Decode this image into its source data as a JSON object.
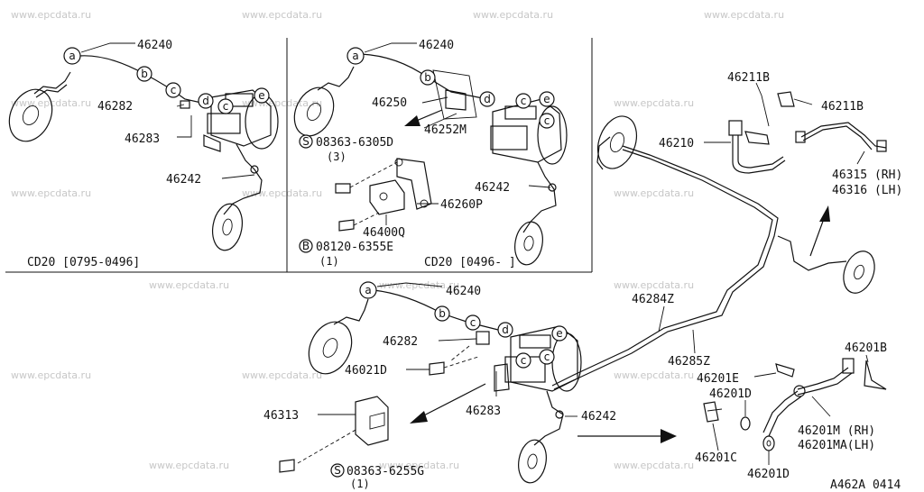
{
  "watermark": "www.epcdata.ru",
  "diagram_code": "A462A 0414",
  "panel_left_caption": "CD20 [0795-0496]",
  "panel_mid_caption": "CD20 [0496-     ]",
  "bubbles": {
    "a": "a",
    "b": "b",
    "c": "c",
    "d": "d",
    "e": "e"
  },
  "parts": {
    "p46240": "46240",
    "p46282": "46282",
    "p46283": "46283",
    "p46242": "46242",
    "p46250": "46250",
    "p46252M": "46252M",
    "p46260P": "46260P",
    "p46400Q": "46400Q",
    "p46211B": "46211B",
    "p46210": "46210",
    "p46315": "46315 (RH)",
    "p46316": "46316 (LH)",
    "p46284Z": "46284Z",
    "p46285Z": "46285Z",
    "p46021D": "46021D",
    "p46313": "46313",
    "p46201B": "46201B",
    "p46201E": "46201E",
    "p46201D": "46201D",
    "p46201C": "46201C",
    "p46201M": "46201M  (RH)",
    "p46201MA": "46201MA(LH)"
  },
  "bolts": {
    "s1_code": "08363-6305D",
    "s1_qty": "(3)",
    "b1_code": "08120-6355E",
    "b1_qty": "(1)",
    "s2_code": "08363-6255G",
    "s2_qty": "(1)",
    "s_mark": "S",
    "b_mark": "B"
  }
}
